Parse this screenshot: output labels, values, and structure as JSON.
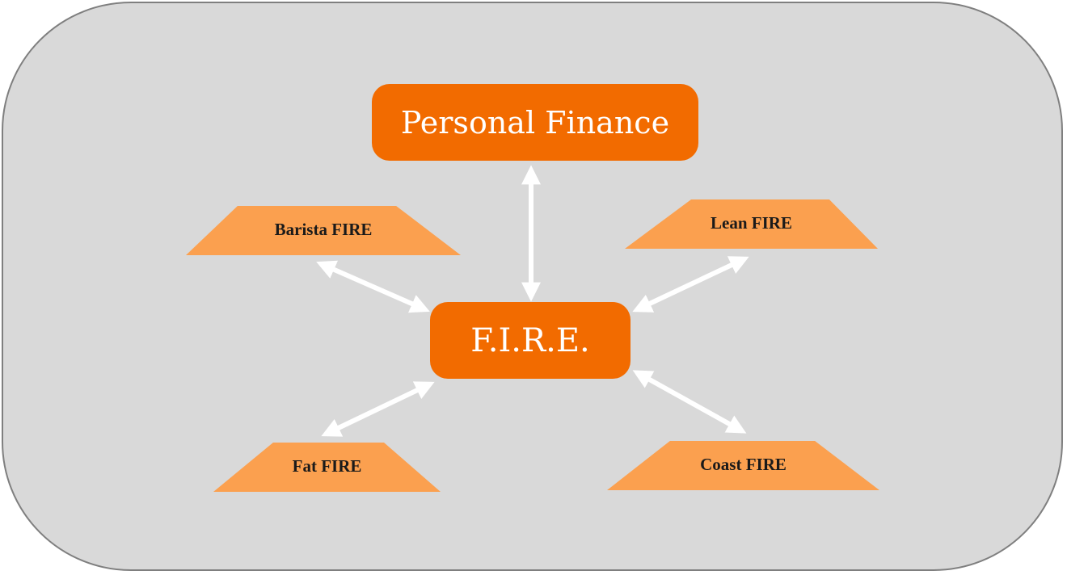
{
  "diagram": {
    "root": {
      "label": "Personal Finance"
    },
    "center": {
      "label": "F.I.R.E."
    },
    "variants": [
      {
        "label": "Barista FIRE"
      },
      {
        "label": "Lean FIRE"
      },
      {
        "label": "Fat FIRE"
      },
      {
        "label": "Coast FIRE"
      }
    ]
  },
  "colors": {
    "background": "#d9d9d9",
    "border": "#7f7f7f",
    "primary_node": "#f26b00",
    "secondary_node": "#fba04f",
    "arrow": "#ffffff",
    "primary_text": "#ffffff",
    "secondary_text": "#1a1a1a"
  },
  "connections": [
    {
      "from": "Personal Finance",
      "to": "F.I.R.E.",
      "direction": "both"
    },
    {
      "from": "F.I.R.E.",
      "to": "Barista FIRE",
      "direction": "both"
    },
    {
      "from": "F.I.R.E.",
      "to": "Lean FIRE",
      "direction": "both"
    },
    {
      "from": "F.I.R.E.",
      "to": "Fat FIRE",
      "direction": "both"
    },
    {
      "from": "F.I.R.E.",
      "to": "Coast FIRE",
      "direction": "both"
    }
  ]
}
